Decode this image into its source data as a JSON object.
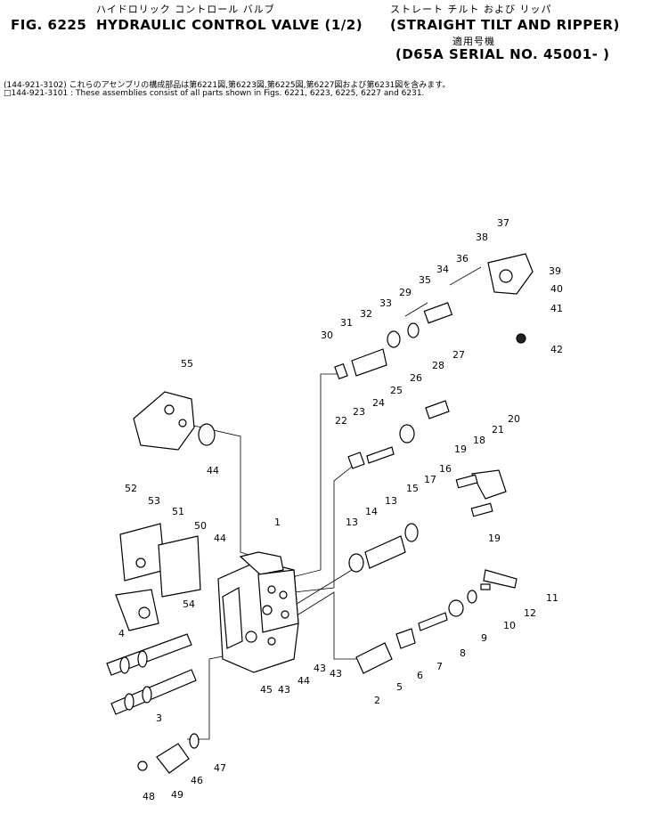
{
  "header": {
    "jp_line1a": "ハイドロリック コントロール バルブ",
    "jp_line1b": "ストレート チルト および リッパ",
    "fig_label": "FIG. 6225",
    "title_main": "HYDRAULIC CONTROL VALVE (1/2)",
    "title_variant": "(STRAIGHT TILT AND RIPPER)",
    "jp_applicable": "適用号機",
    "serial": "(D65A SERIAL NO. 45001- )"
  },
  "notes": {
    "line1": "(144-921-3102) これらのアセンブリの構成部品は第6221図,第6223図,第6225図,第6227図および第6231図を含みます。",
    "line2": "□144-921-3101 : These assemblies consist of all parts shown in Figs. 6221, 6223, 6225, 6227 and 6231."
  },
  "callouts": [
    "1",
    "2",
    "3",
    "4",
    "5",
    "6",
    "7",
    "8",
    "9",
    "10",
    "11",
    "12",
    "13",
    "13",
    "14",
    "15",
    "16",
    "17",
    "18",
    "19",
    "19",
    "20",
    "21",
    "22",
    "23",
    "24",
    "25",
    "26",
    "27",
    "28",
    "29",
    "30",
    "31",
    "32",
    "33",
    "34",
    "35",
    "36",
    "37",
    "38",
    "39",
    "40",
    "41",
    "42",
    "43",
    "43",
    "43",
    "44",
    "44",
    "44",
    "45",
    "46",
    "47",
    "48",
    "49",
    "50",
    "51",
    "52",
    "53",
    "54",
    "55"
  ]
}
